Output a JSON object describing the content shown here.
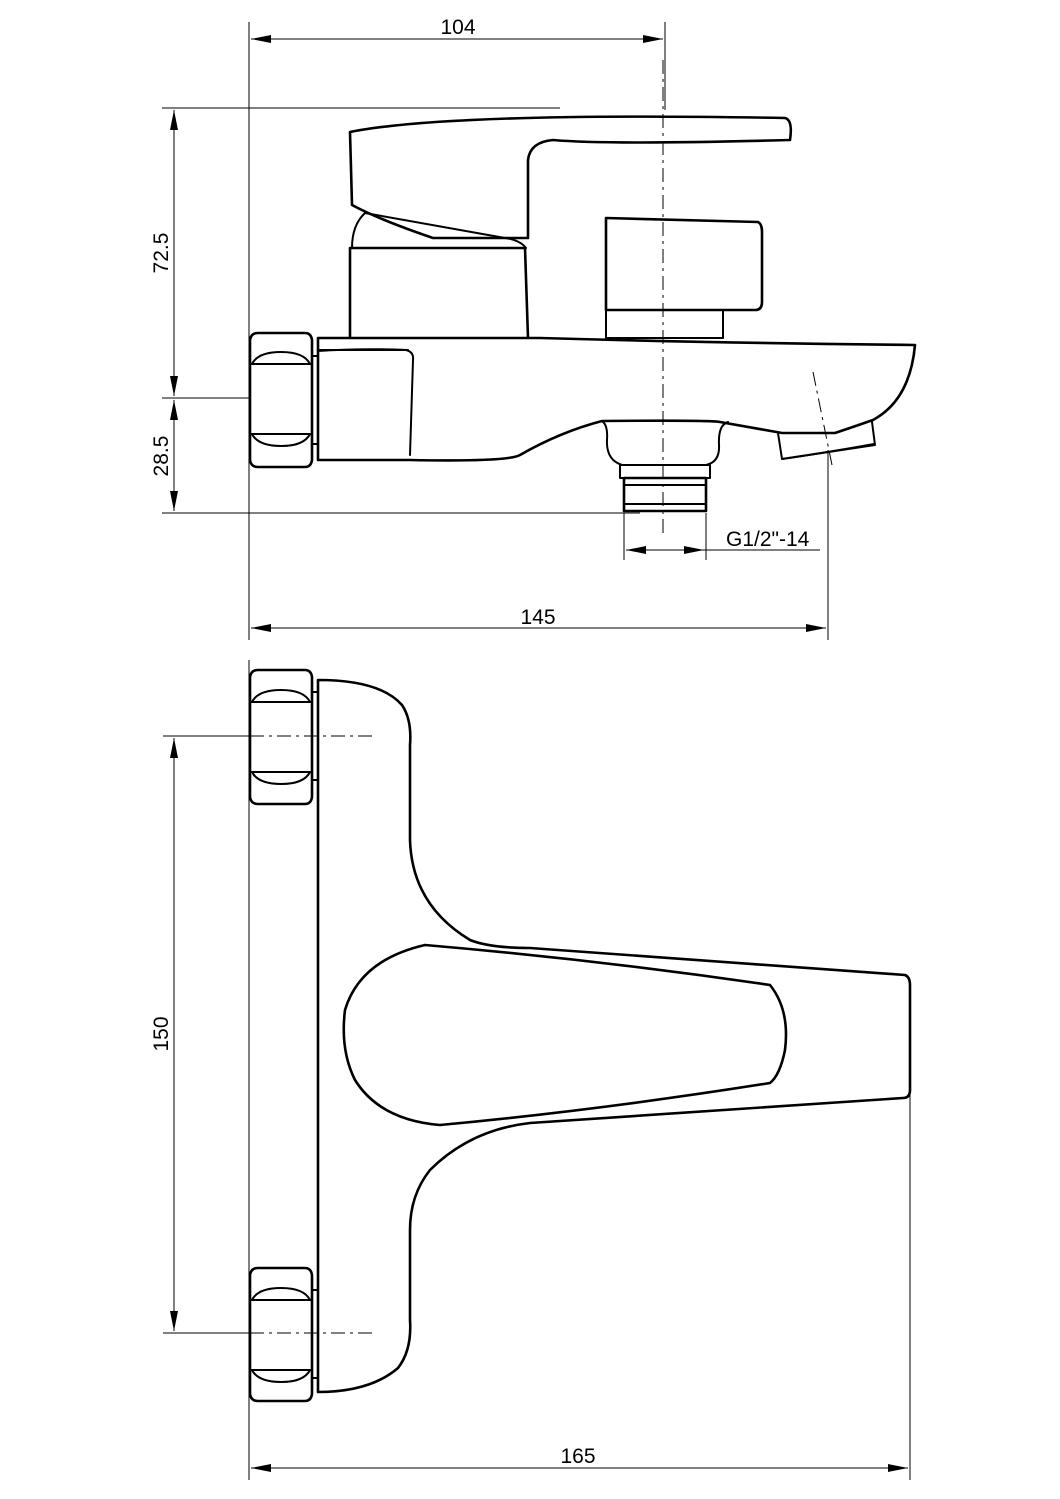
{
  "dimensions": {
    "width_top": "104",
    "height_upper": "72.5",
    "height_lower": "28.5",
    "thread": "G1/2\"-14",
    "length_side": "145",
    "spacing_holes": "150",
    "length_plan": "165"
  }
}
